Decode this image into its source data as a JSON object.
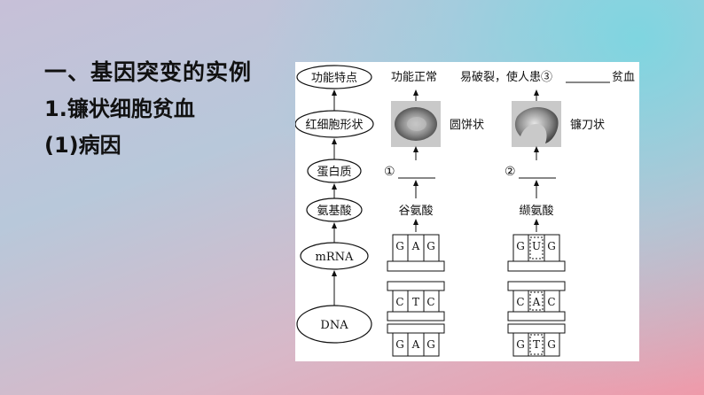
{
  "heading": "一、基因突变的实例",
  "subheading": "1.镰状细胞贫血",
  "section": "(1)病因",
  "diagram": {
    "left_column": [
      "功能特点",
      "红细胞形状",
      "蛋白质",
      "氨基酸",
      "mRNA",
      "DNA"
    ],
    "normal": {
      "function": "功能正常",
      "shape": "圆饼状",
      "protein_blank": "①",
      "amino_acid": "谷氨酸",
      "mrna": [
        "G",
        "A",
        "G"
      ],
      "dna_top": [
        "C",
        "T",
        "C"
      ],
      "dna_bottom": [
        "G",
        "A",
        "G"
      ]
    },
    "sickle": {
      "function": "易破裂，使人患③",
      "function_suffix": "贫血",
      "shape": "镰刀状",
      "protein_blank": "②",
      "amino_acid": "缬氨酸",
      "mrna": [
        "G",
        "U",
        "G"
      ],
      "dna_top": [
        "C",
        "A",
        "C"
      ],
      "dna_bottom": [
        "G",
        "T",
        "G"
      ]
    }
  }
}
